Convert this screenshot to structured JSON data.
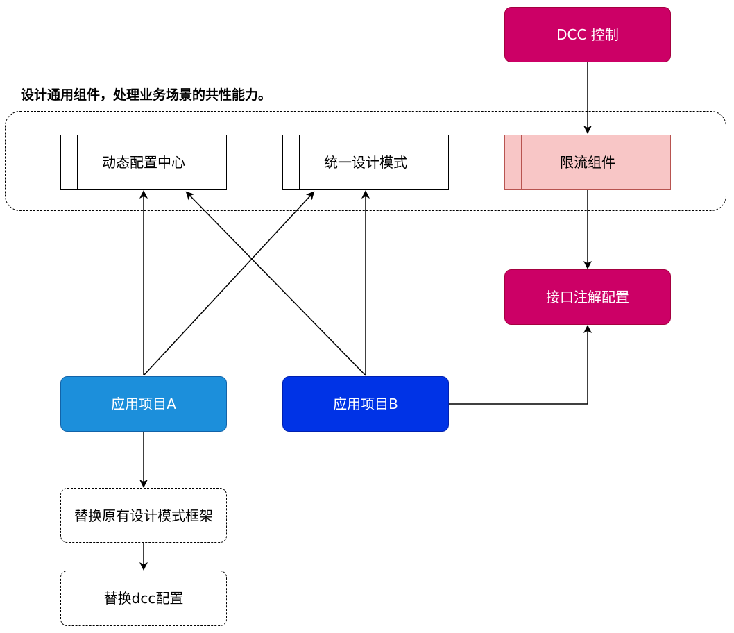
{
  "group": {
    "label": "设计通用组件，处理业务场景的共性能力。"
  },
  "nodes": {
    "dcc_control": "DCC 控制",
    "dynamic_config_center": "动态配置中心",
    "unified_design_pattern": "统一设计模式",
    "rate_limit_component": "限流组件",
    "interface_annotation_config": "接口注解配置",
    "app_project_a": "应用项目A",
    "app_project_b": "应用项目B",
    "replace_design_framework": "替换原有设计模式框架",
    "replace_dcc_config": "替换dcc配置"
  },
  "colors": {
    "magenta": "#cc0066",
    "blue_a": "#1c8fdb",
    "blue_b": "#0033e6",
    "pink": "#f8c6c6",
    "pink_border": "#b85450"
  }
}
